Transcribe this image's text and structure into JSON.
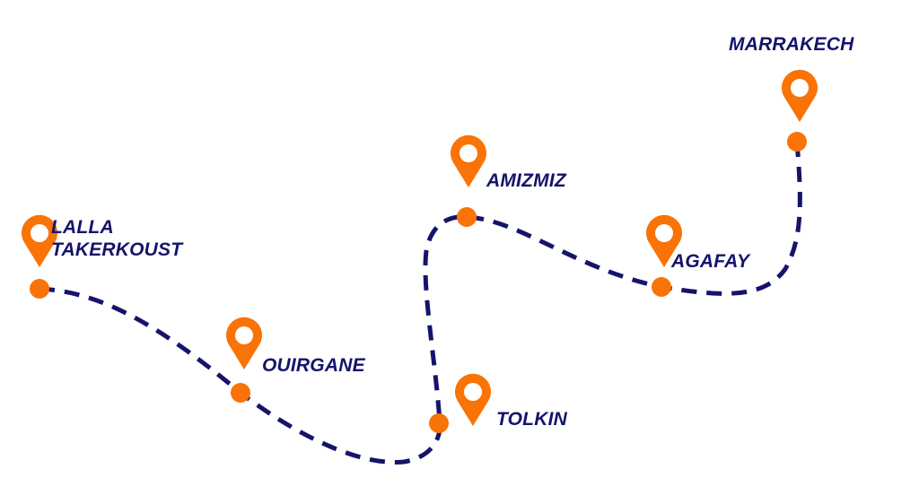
{
  "diagram": {
    "type": "itinerary-route",
    "colors": {
      "route": "#14146b",
      "marker": "#f97307",
      "label": "#14146b",
      "background": "#ffffff"
    },
    "icons": {
      "marker": "map-pin-icon",
      "stop": "stop-dot"
    },
    "stops": [
      {
        "id": "lalla-takerkoust",
        "label_lines": [
          "LALLA",
          "TAKERKOUST"
        ]
      },
      {
        "id": "ouirgane",
        "label_lines": [
          "OUIRGANE"
        ]
      },
      {
        "id": "tolkin",
        "label_lines": [
          "TOLKIN"
        ]
      },
      {
        "id": "amizmiz",
        "label_lines": [
          "AMIZMIZ"
        ]
      },
      {
        "id": "agafay",
        "label_lines": [
          "AGAFAY"
        ]
      },
      {
        "id": "marrakech",
        "label_lines": [
          "MARRAKECH"
        ]
      }
    ]
  }
}
